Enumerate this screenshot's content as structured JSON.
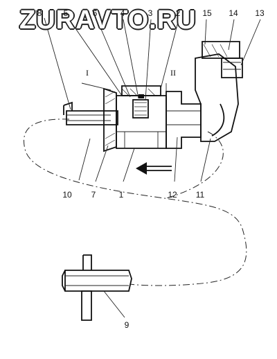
{
  "watermark": "ZURAVTO.RU",
  "callouts": {
    "c8": "8",
    "c5": "5",
    "c6": "6",
    "c4": "4",
    "c3": "3",
    "c2": "2",
    "c15": "15",
    "c14": "14",
    "c13": "13",
    "c10": "10",
    "c7": "7",
    "c1": "1",
    "c12": "12",
    "c11": "11",
    "c9": "9"
  },
  "views": {
    "view1": "I",
    "view2": "II"
  }
}
